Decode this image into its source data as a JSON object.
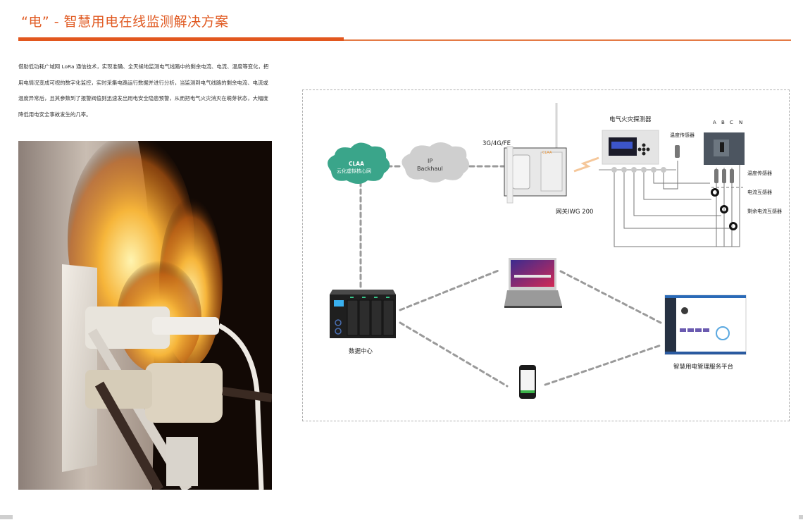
{
  "header": {
    "title": "“电” - 智慧用电在线监测解决方案",
    "accent_color": "#e2571e"
  },
  "intro": {
    "paragraph": "借助低功耗广域网 LoRa 通信技术，实现准确、全天候地监测电气线路中的剩余电流、电流、温度等变化，把用电情况变成可视的数字化监控，实时采集电路运行数据并进行分析，当监测到电气线路的剩余电流、电流或温度异常后，且其参数到了报警阀值则迅速发出用电安全隐患预警，从而把电气火灾消灭在萌芽状态，大幅度降低用电安全事故发生的几率。"
  },
  "photo": {
    "description": "electrical-outlet-fire-photo"
  },
  "diagram": {
    "clouds": {
      "claa_line1": "CLAA",
      "claa_line2": "云化虚拟核心网",
      "ip_line1": "IP",
      "ip_line2": "Backhaul"
    },
    "link_label": "3G/4G/FE",
    "gateway_label": "网关IWG 200",
    "detector_label": "电气火灾探测器",
    "temp_sensor_label_top": "温度传感器",
    "phases": [
      "A",
      "B",
      "C",
      "N"
    ],
    "right_labels": {
      "temp_sensor": "温度传感器",
      "current_transformer": "电流互感器",
      "residual_transformer": "剩余电流互感器"
    },
    "data_center_label": "数据中心",
    "platform_label": "智慧用电管理服务平台",
    "colors": {
      "claa_cloud": "#3aa58a",
      "ip_cloud": "#cfcfcf",
      "dashed_link": "#9a9a9a"
    }
  }
}
